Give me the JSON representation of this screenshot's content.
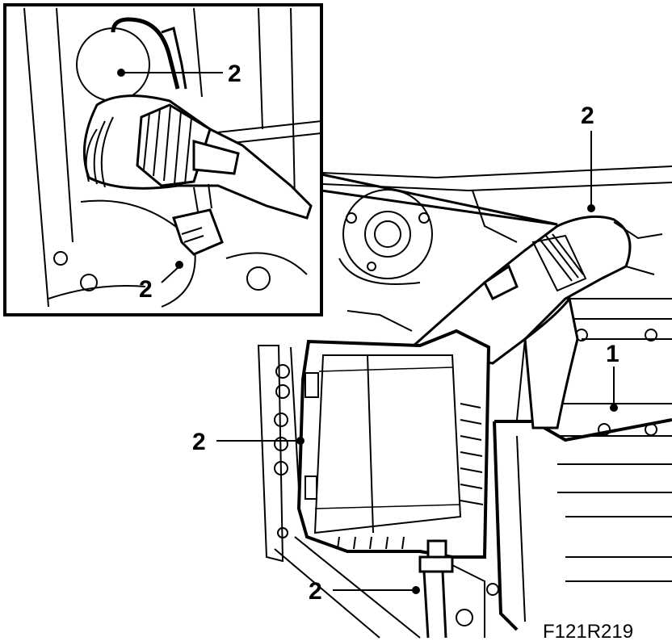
{
  "figure": {
    "reference": "F121R219"
  },
  "callouts": {
    "inset_top": "2",
    "inset_bottom": "2",
    "main_hose": "2",
    "engine": "1",
    "airbox_left": "2",
    "bottom_pipe": "2"
  },
  "colors": {
    "ink": "#000000",
    "paper": "#ffffff"
  }
}
